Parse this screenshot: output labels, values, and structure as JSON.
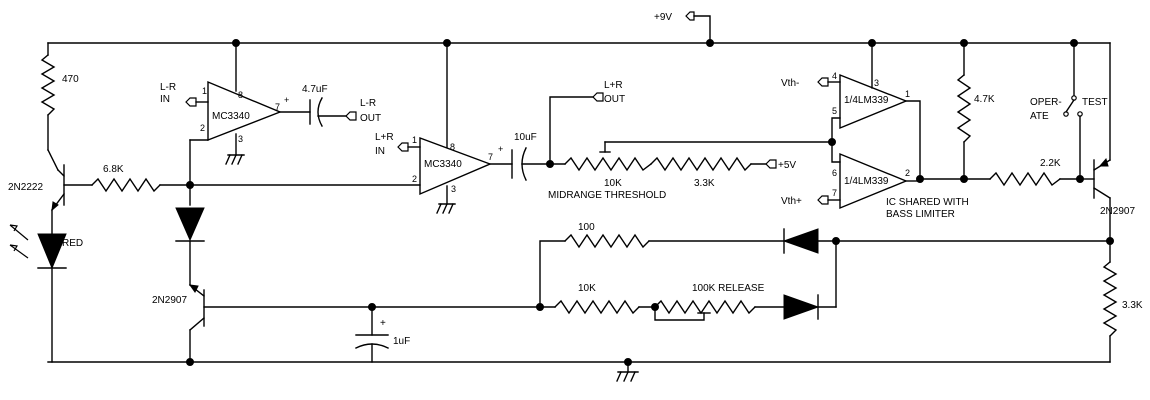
{
  "power": {
    "vcc": "+9V"
  },
  "labels": {
    "r_470": "470",
    "r_68k": "6.8K",
    "q1": "2N2222",
    "led": "RED",
    "q2": "2N2907",
    "lr_in_a": "L-R",
    "lr_in_b": "IN",
    "ic1": "MC3340",
    "pin1_a": "1",
    "pin8_a": "8",
    "pin2_a": "2",
    "pin3_a": "3",
    "pin7_a": "7",
    "cap1": "4.7uF",
    "lr_out_a": "L-R",
    "lr_out_b": "OUT",
    "lpr_in_a": "L+R",
    "lpr_in_b": "IN",
    "ic2": "MC3340",
    "pin1_b": "1",
    "pin8_b": "8",
    "pin2_b": "2",
    "pin3_b": "3",
    "pin7_b": "7",
    "cap2": "10uF",
    "lpr_out_a": "L+R",
    "lpr_out_b": "OUT",
    "pot_10k": "10K",
    "r_33k_a": "3.3K",
    "plus5v": "+5V",
    "midrange": "MIDRANGE THRESHOLD",
    "vth_minus": "Vth-",
    "vth_plus": "Vth+",
    "cmp_top": "1/4LM339",
    "cmp_bot": "1/4LM339",
    "cpin4": "4",
    "cpin3": "3",
    "cpin5": "5",
    "cpin1": "1",
    "cpin6": "6",
    "cpin7": "7",
    "cpin2": "2",
    "ic_shared_a": "IC SHARED WITH",
    "ic_shared_b": "BASS LIMITER",
    "r_47k": "4.7K",
    "operate_a": "OPER-",
    "operate_b": "ATE",
    "test": "TEST",
    "r_22k": "2.2K",
    "q3": "2N2907",
    "r_100": "100",
    "r_10k_b": "10K",
    "release": "100K RELEASE",
    "r_33k_b": "3.3K",
    "cap3": "1uF",
    "plus_sign": "+"
  }
}
